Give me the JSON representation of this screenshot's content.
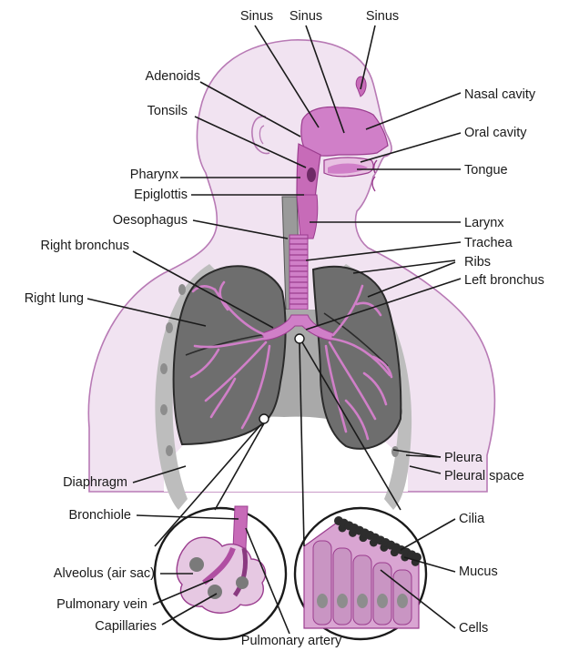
{
  "labels": {
    "sinus_1": "Sinus",
    "sinus_2": "Sinus",
    "sinus_3": "Sinus",
    "adenoids": "Adenoids",
    "tonsils": "Tonsils",
    "pharynx": "Pharynx",
    "epiglottis": "Epiglottis",
    "oesophagus": "Oesophagus",
    "right_bronchus": "Right bronchus",
    "right_lung": "Right lung",
    "diaphragm": "Diaphragm",
    "bronchiole": "Bronchiole",
    "alveolus": "Alveolus (air sac)",
    "pulmonary_vein": "Pulmonary vein",
    "capillaries": "Capillaries",
    "pulmonary_artery": "Pulmonary artery",
    "nasal_cavity": "Nasal cavity",
    "oral_cavity": "Oral cavity",
    "tongue": "Tongue",
    "larynx": "Larynx",
    "trachea": "Trachea",
    "ribs": "Ribs",
    "left_bronchus": "Left bronchus",
    "pleura": "Pleura",
    "pleural_space": "Pleural space",
    "cilia": "Cilia",
    "mucus": "Mucus",
    "cells": "Cells"
  },
  "colors": {
    "body_fill": "#f1e3f1",
    "body_outline": "#b87ab5",
    "tissue": "#c76bb8",
    "tissue_dark": "#9b3d8f",
    "airway": "#d07fc8",
    "lung_fill": "#6e6e6e",
    "lung_outline": "#2b2b2b",
    "rib_band": "#bdbdbd",
    "rib_dot": "#8d8d8d",
    "mucus": "#2d2d2d"
  }
}
